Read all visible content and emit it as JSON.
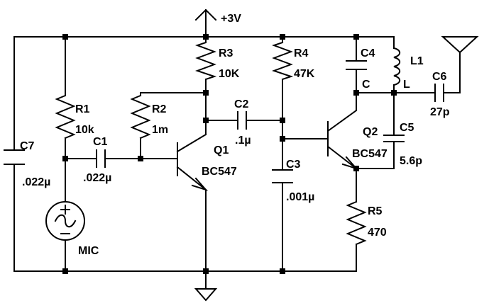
{
  "supply": {
    "label": "+3V"
  },
  "components": {
    "R1": {
      "name": "R1",
      "value": "10k"
    },
    "R2": {
      "name": "R2",
      "value": "1m"
    },
    "R3": {
      "name": "R3",
      "value": "10K"
    },
    "R4": {
      "name": "R4",
      "value": "47K"
    },
    "R5": {
      "name": "R5",
      "value": "470"
    },
    "C1": {
      "name": "C1",
      "value": ".022µ"
    },
    "C2": {
      "name": "C2",
      "value": ".1µ"
    },
    "C3": {
      "name": "C3",
      "value": ".001µ"
    },
    "C4": {
      "name": "C4",
      "value": "C"
    },
    "C5": {
      "name": "C5",
      "value": "5.6p"
    },
    "C6": {
      "name": "C6",
      "value": "27p"
    },
    "C7": {
      "name": "C7",
      "value": ".022µ"
    },
    "L1": {
      "name": "L1",
      "value": "L"
    },
    "Q1": {
      "name": "Q1",
      "value": "BC547"
    },
    "Q2": {
      "name": "Q2",
      "value": "BC547"
    },
    "MIC": {
      "name": "MIC"
    }
  }
}
